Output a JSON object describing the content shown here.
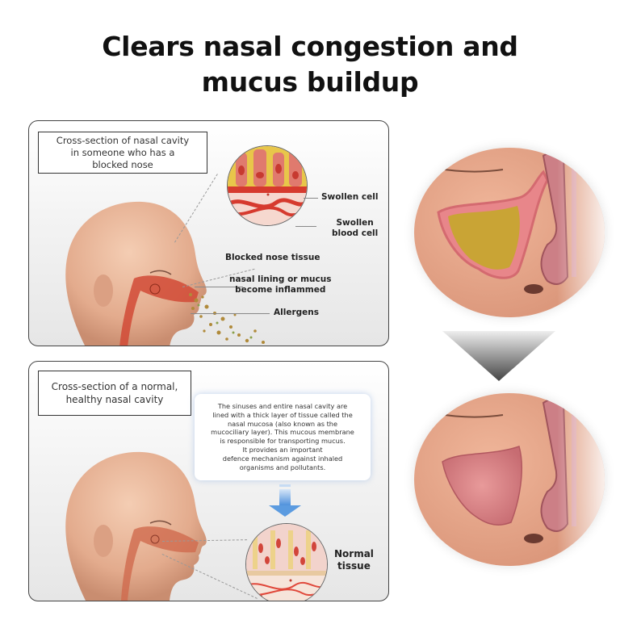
{
  "title": {
    "line1": "Clears nasal congestion and",
    "line2": "mucus buildup"
  },
  "panel_blocked": {
    "caption_lines": [
      "Cross-section of nasal cavity",
      "in someone who has a",
      "blocked nose"
    ],
    "labels": {
      "swollen_cell": "Swollen cell",
      "swollen_blood_cell_1": "Swollen",
      "swollen_blood_cell_2": "blood cell",
      "blocked_tissue": "Blocked nose tissue",
      "inflamed_1": "nasal lining or mucus",
      "inflamed_2": "become inflammed",
      "allergens": "Allergens"
    }
  },
  "panel_normal": {
    "caption_lines": [
      "Cross-section of a normal,",
      "healthy nasal cavity"
    ],
    "info_lines": [
      "The sinuses and entire nasal cavity are",
      "lined with a thick layer of tissue called the",
      "nasal mucosa (also known as the",
      "mucociliary layer). This mucous membrane",
      "is responsible for transporting mucus.",
      "It provides an important",
      "defence mechanism against inhaled",
      "organisms and pollutants."
    ],
    "labels": {
      "normal_1": "Normal",
      "normal_2": "tissue"
    }
  },
  "right_column": {
    "top_image": "sinus-filled-with-mucus",
    "arrow": "down-triangle-arrow",
    "bottom_image": "clear-healthy-sinus"
  },
  "colors": {
    "tissue_red": "#d9463a",
    "mucus_yellow": "#c9a435",
    "skin": "#e9b597",
    "arrow_blue": "#5b9be0"
  }
}
